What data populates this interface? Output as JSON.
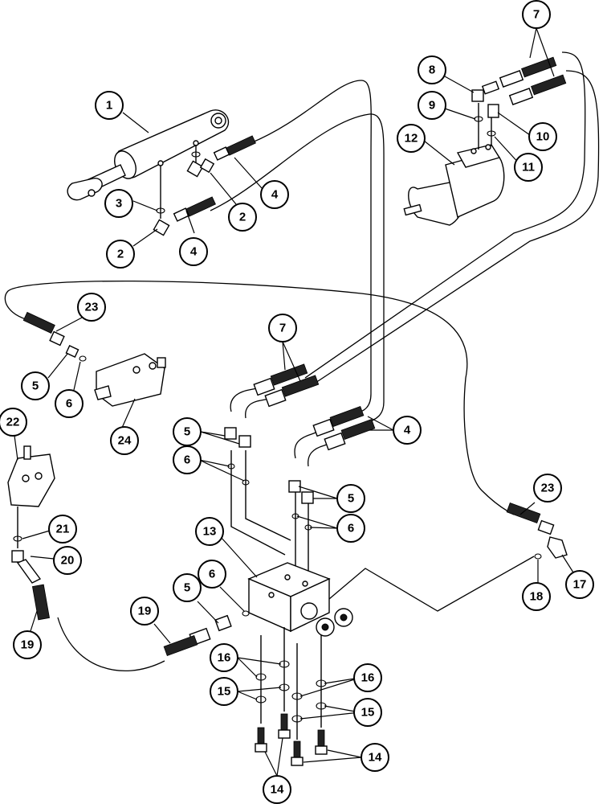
{
  "diagram": {
    "callouts": [
      {
        "id": "c1",
        "label": "1"
      },
      {
        "id": "c2a",
        "label": "2"
      },
      {
        "id": "c2b",
        "label": "2"
      },
      {
        "id": "c3",
        "label": "3"
      },
      {
        "id": "c4a",
        "label": "4"
      },
      {
        "id": "c4b",
        "label": "4"
      },
      {
        "id": "c4c",
        "label": "4"
      },
      {
        "id": "c5a",
        "label": "5"
      },
      {
        "id": "c5b",
        "label": "5"
      },
      {
        "id": "c5c",
        "label": "5"
      },
      {
        "id": "c5d",
        "label": "5"
      },
      {
        "id": "c6a",
        "label": "6"
      },
      {
        "id": "c6b",
        "label": "6"
      },
      {
        "id": "c6c",
        "label": "6"
      },
      {
        "id": "c6d",
        "label": "6"
      },
      {
        "id": "c7a",
        "label": "7"
      },
      {
        "id": "c7b",
        "label": "7"
      },
      {
        "id": "c8",
        "label": "8"
      },
      {
        "id": "c9",
        "label": "9"
      },
      {
        "id": "c10",
        "label": "10"
      },
      {
        "id": "c11",
        "label": "11"
      },
      {
        "id": "c12",
        "label": "12"
      },
      {
        "id": "c13",
        "label": "13"
      },
      {
        "id": "c14a",
        "label": "14"
      },
      {
        "id": "c14b",
        "label": "14"
      },
      {
        "id": "c15a",
        "label": "15"
      },
      {
        "id": "c15b",
        "label": "15"
      },
      {
        "id": "c16a",
        "label": "16"
      },
      {
        "id": "c16b",
        "label": "16"
      },
      {
        "id": "c17",
        "label": "17"
      },
      {
        "id": "c18",
        "label": "18"
      },
      {
        "id": "c19a",
        "label": "19"
      },
      {
        "id": "c19b",
        "label": "19"
      },
      {
        "id": "c20",
        "label": "20"
      },
      {
        "id": "c21",
        "label": "21"
      },
      {
        "id": "c22",
        "label": "22"
      },
      {
        "id": "c23a",
        "label": "23"
      },
      {
        "id": "c23b",
        "label": "23"
      },
      {
        "id": "c24",
        "label": "24"
      }
    ]
  }
}
